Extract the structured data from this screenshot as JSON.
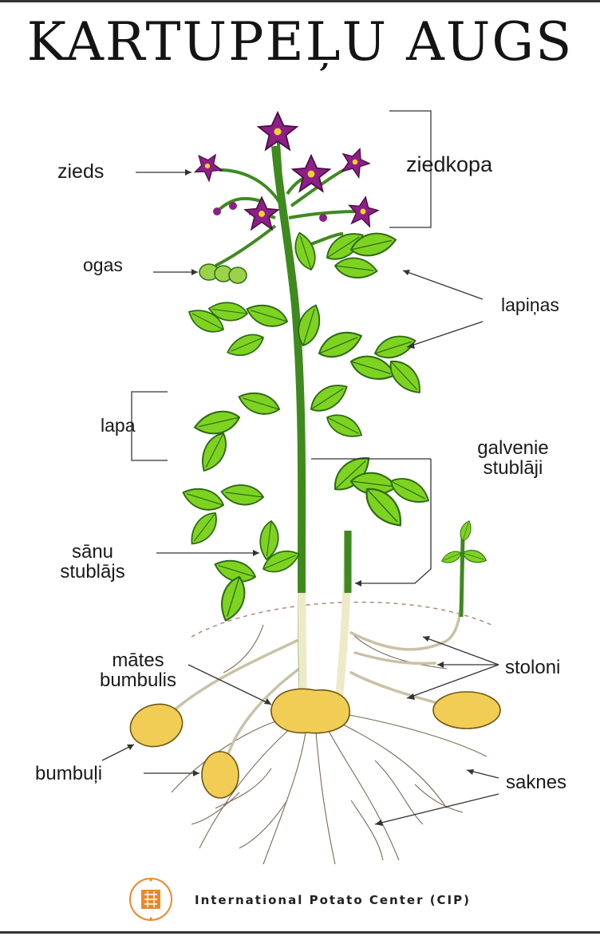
{
  "title": "KARTUPEĻU AUGS",
  "labels": {
    "zieds": "zieds",
    "ziedkopa": "ziedkopa",
    "ogas": "ogas",
    "lapinas": "lapiņas",
    "lapa": "lapa",
    "galvenie_stublaji_1": "galvenie",
    "galvenie_stublaji_2": "stublāji",
    "sanu_stublajs_1": "sānu",
    "sanu_stublajs_2": "stublājs",
    "mates_bumbulis_1": "mātes",
    "mates_bumbulis_2": "bumbulis",
    "stoloni": "stoloni",
    "bumbuli": "bumbuļi",
    "saknes": "saknes"
  },
  "footer": {
    "org_name": "International Potato Center (CIP)"
  },
  "colors": {
    "leaf": "#7ed321",
    "leaf_dark": "#2e6b14",
    "stem": "#3f8a1f",
    "flower": "#8e1f86",
    "tuber": "#f2cd55",
    "root": "#7a6a55",
    "logo": "#e8892b"
  }
}
